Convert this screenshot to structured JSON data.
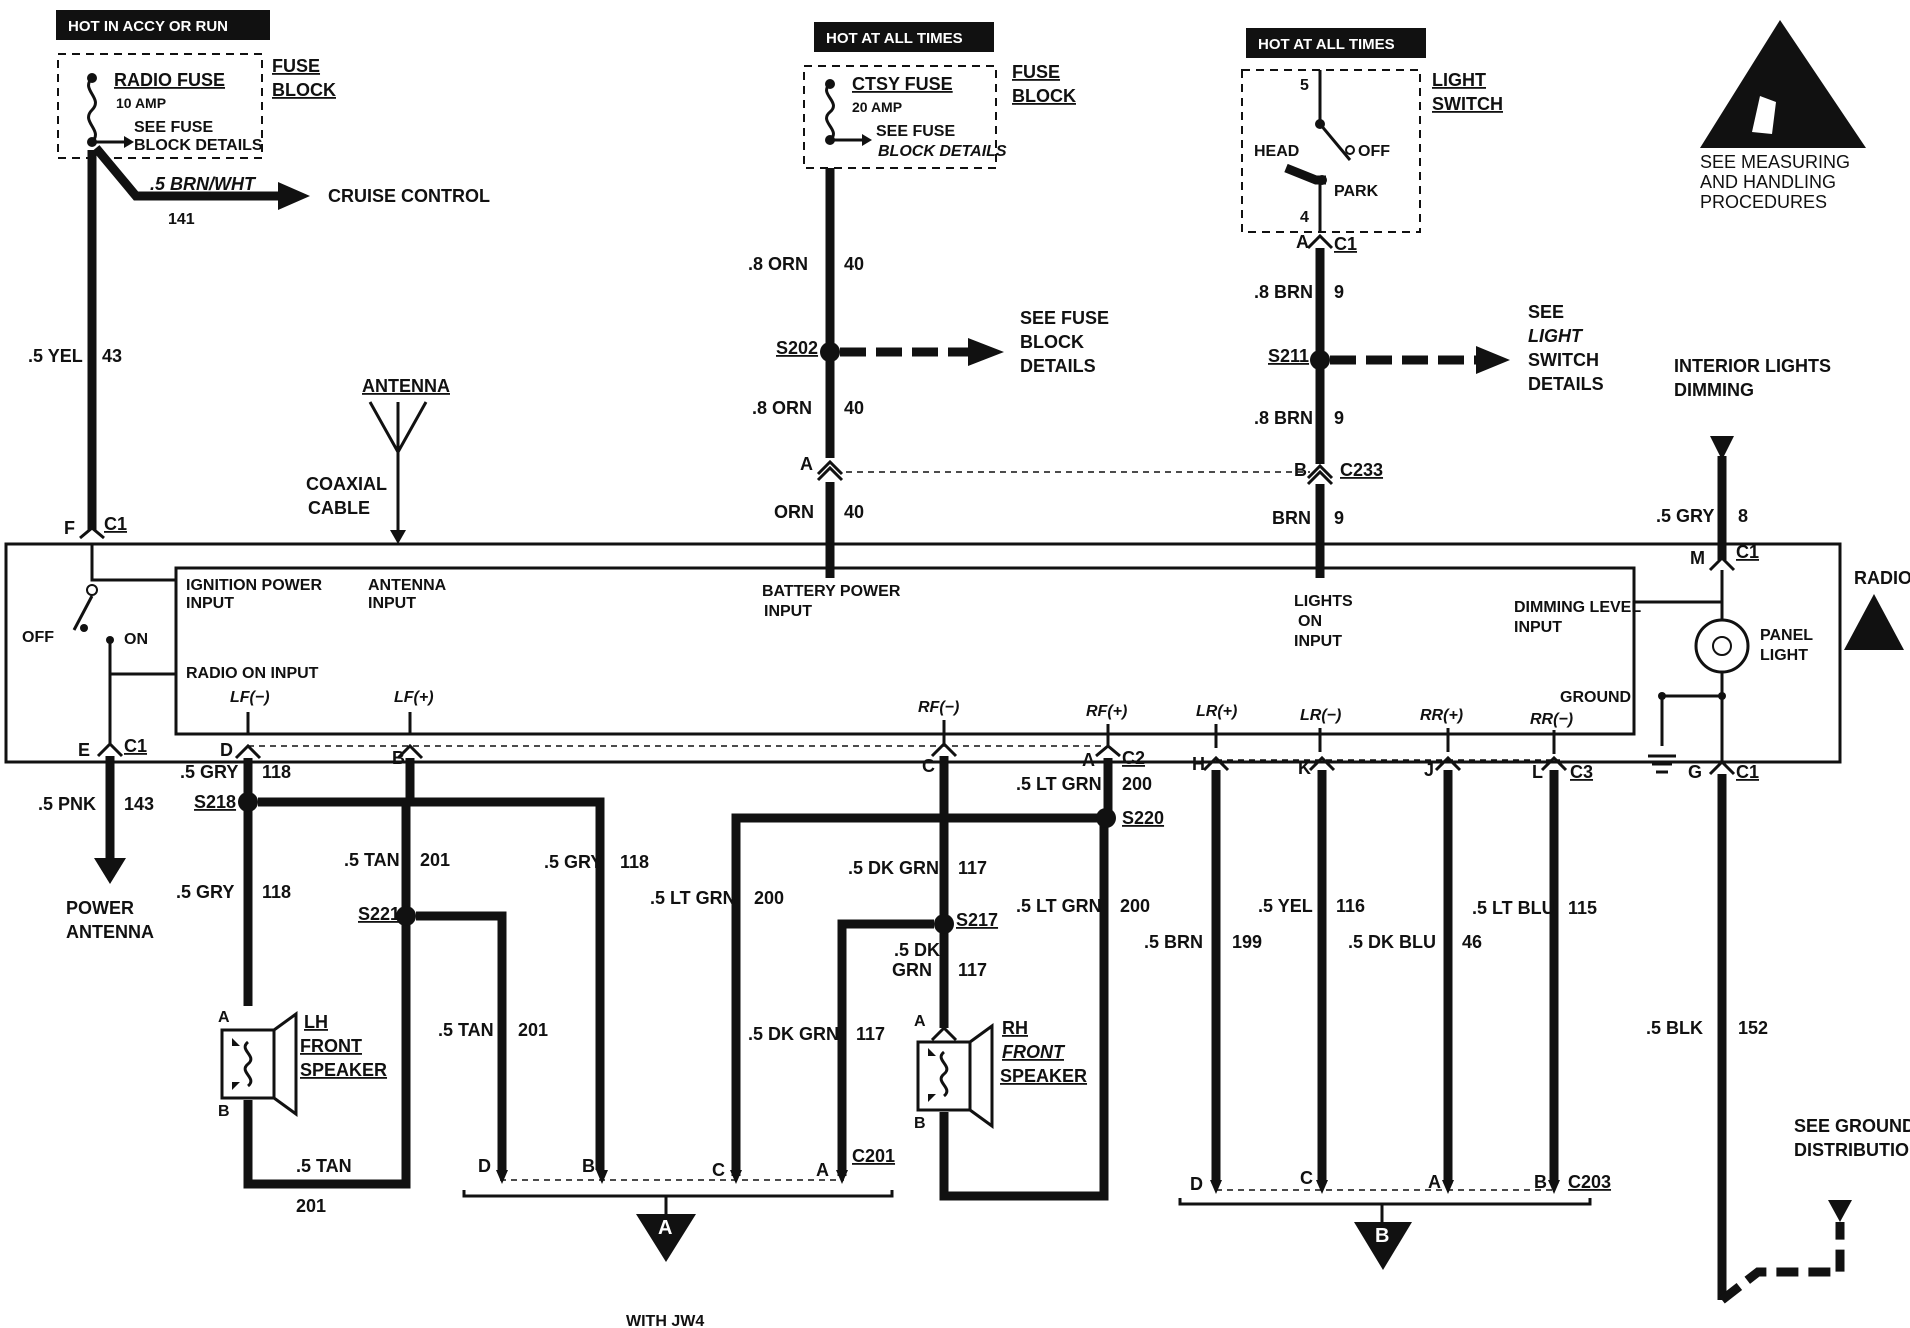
{
  "hot_accy": "HOT IN ACCY OR RUN",
  "hot_all1": "HOT AT ALL TIMES",
  "hot_all2": "HOT AT ALL TIMES",
  "radio_fuse": "RADIO FUSE",
  "radio_fuse_amp": "10 AMP",
  "see_fuse1": "SEE FUSE",
  "block_details1": "BLOCK DETAILS",
  "fuse_label1a": "FUSE",
  "fuse_label1b": "BLOCK",
  "ctsy_fuse": "CTSY FUSE",
  "ctsy_amp": "20 AMP",
  "see_fuse2": "SEE FUSE",
  "block_details2": "BLOCK DETAILS",
  "fuse_label2a": "FUSE",
  "fuse_label2b": "BLOCK",
  "light_switch_a": "LIGHT",
  "light_switch_b": "SWITCH",
  "ls_5": "5",
  "ls_4": "4",
  "ls_head": "HEAD",
  "ls_off": "OFF",
  "ls_park": "PARK",
  "esd_1": "SEE MEASURING",
  "esd_2": "AND HANDLING",
  "esd_3": "PROCEDURES",
  "w_brnwht": ".5 BRN/WHT",
  "w_141": "141",
  "cruise": "CRUISE CONTROL",
  "w_5yel": ".5 YEL",
  "w_43": "43",
  "w_8orn_a": ".8 ORN",
  "w_40_a": "40",
  "s202": "S202",
  "see_fbd_1": "SEE FUSE",
  "see_fbd_2": "BLOCK",
  "see_fbd_3": "DETAILS",
  "w_8orn_b": ".8 ORN",
  "w_40_b": "40",
  "conn_a": "A",
  "w_orn": "ORN",
  "w_40_c": "40",
  "c1_top": "C1",
  "ls_a": "A",
  "w_8brn_a": ".8 BRN",
  "w_9_a": "9",
  "s211": "S211",
  "see_ls_1": "SEE",
  "see_ls_2": "LIGHT",
  "see_ls_3": "SWITCH",
  "see_ls_4": "DETAILS",
  "w_8brn_b": ".8 BRN",
  "w_9_b": "9",
  "conn_b": "B",
  "c233": "C233",
  "w_brn": "BRN",
  "w_9_c": "9",
  "int_dim_1": "INTERIOR LIGHTS",
  "int_dim_2": "DIMMING",
  "w_5gry_m": ".5 GRY",
  "w_8": "8",
  "pin_m": "M",
  "c1_m": "C1",
  "antenna": "ANTENNA",
  "coax_1": "COAXIAL",
  "coax_2": "CABLE",
  "pin_f": "F",
  "c1_f": "C1",
  "radio": "RADIO",
  "ign_1": "IGNITION POWER",
  "ign_2": "INPUT",
  "ant_in_1": "ANTENNA",
  "ant_in_2": "INPUT",
  "bat_1": "BATTERY POWER",
  "bat_2": "INPUT",
  "lights_1": "LIGHTS",
  "lights_2": "ON",
  "lights_3": "INPUT",
  "dim_1": "DIMMING LEVEL",
  "dim_2": "INPUT",
  "panel_1": "PANEL",
  "panel_2": "LIGHT",
  "sw_off": "OFF",
  "sw_on": "ON",
  "radio_on": "RADIO ON INPUT",
  "ground": "GROUND",
  "lf_minus": "LF(−)",
  "lf_plus": "LF(+)",
  "rf_minus": "RF(−)",
  "rf_plus": "RF(+)",
  "lr_plus": "LR(+)",
  "lr_minus": "LR(−)",
  "rr_plus": "RR(+)",
  "rr_minus": "RR(−)",
  "pin_e": "E",
  "c1_e": "C1",
  "w_5pnk": ".5 PNK",
  "w_143": "143",
  "power_ant_1": "POWER",
  "power_ant_2": "ANTENNA",
  "pin_d": "D",
  "w_5gry_a": ".5 GRY",
  "w_118_a": "118",
  "s218": "S218",
  "w_5gry_b": ".5 GRY",
  "w_118_b": "118",
  "pin_b": "B",
  "w_5tan_a": ".5 TAN",
  "w_201_a": "201",
  "s221": "S221",
  "w_5tan_b": ".5 TAN",
  "w_201_b": "201",
  "w_5gry_c": ".5 GRY",
  "w_118_c": "118",
  "lh_1": "LH",
  "lh_2": "FRONT",
  "lh_3": "SPEAKER",
  "spk_a1": "A",
  "spk_b1": "B",
  "w_5tan_c": ".5 TAN",
  "w_201_c": "201",
  "pin_c": "C",
  "w_5dkgrn_a": ".5 DK GRN",
  "w_117_a": "117",
  "s217": "S217",
  "w_5dk": ".5 DK",
  "w_grn": "GRN",
  "w_117_b": "117",
  "w_5ltgrn_a": ".5 LT GRN",
  "w_200_a": "200",
  "w_5dkgrn_b": ".5 DK GRN",
  "w_117_c": "117",
  "rh_1": "RH",
  "rh_2": "FRONT",
  "rh_3": "SPEAKER",
  "spk_a2": "A",
  "spk_b2": "B",
  "pin_a_c2": "A",
  "c2": "C2",
  "w_5ltgrn_b": ".5 LT GRN",
  "w_200_b": "200",
  "s220": "S220",
  "w_5ltgrn_c": ".5 LT GRN",
  "w_200_c": "200",
  "pin_h": "H",
  "pin_k": "K",
  "pin_j": "J",
  "pin_l": "L",
  "c3": "C3",
  "w_5brn": ".5 BRN",
  "w_199": "199",
  "w_5yel_b": ".5 YEL",
  "w_116": "116",
  "w_5dkblu": ".5 DK BLU",
  "w_46": "46",
  "w_5ltblu": ".5 LT BLU",
  "w_115": "115",
  "pin_g": "G",
  "c1_g": "C1",
  "w_5blk": ".5 BLK",
  "w_152": "152",
  "see_gnd_1": "SEE GROUND",
  "see_gnd_2": "DISTRIBUTION",
  "c201_d": "D",
  "c201_b": "B",
  "c201_c": "C",
  "c201_a": "A",
  "c201": "C201",
  "tri_a": "A",
  "c203_d": "D",
  "c203_c": "C",
  "c203_a": "A",
  "c203_b": "B",
  "c203": "C203",
  "tri_b": "B",
  "with": "WITH JW4"
}
